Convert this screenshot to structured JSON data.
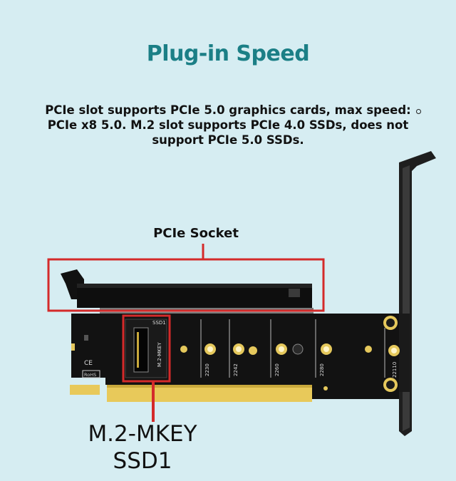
{
  "title": "Plug-in Speed",
  "description": "PCIe slot supports PCIe 5.0 graphics cards, max speed: PCIe x8 5.0.   M.2 slot supports PCIe 4.0 SSDs, does not support PCIe 5.0 SSDs.",
  "socket_label": "PCIe Socket",
  "mkey_label_line1": "M.2-MKEY",
  "mkey_label_line2": "SSD1",
  "board": {
    "slot_label": "SSD1",
    "mkey_text": "M.2-MKEY",
    "size_labels": [
      "2230",
      "2242",
      "2260",
      "2280",
      "22110"
    ],
    "rohs_text": "RoHS"
  },
  "colors": {
    "background": "#d6edf2",
    "title": "#1b7f86",
    "highlight": "#d42a2a",
    "pcb": "#121212",
    "gold": "#e8c95a"
  }
}
